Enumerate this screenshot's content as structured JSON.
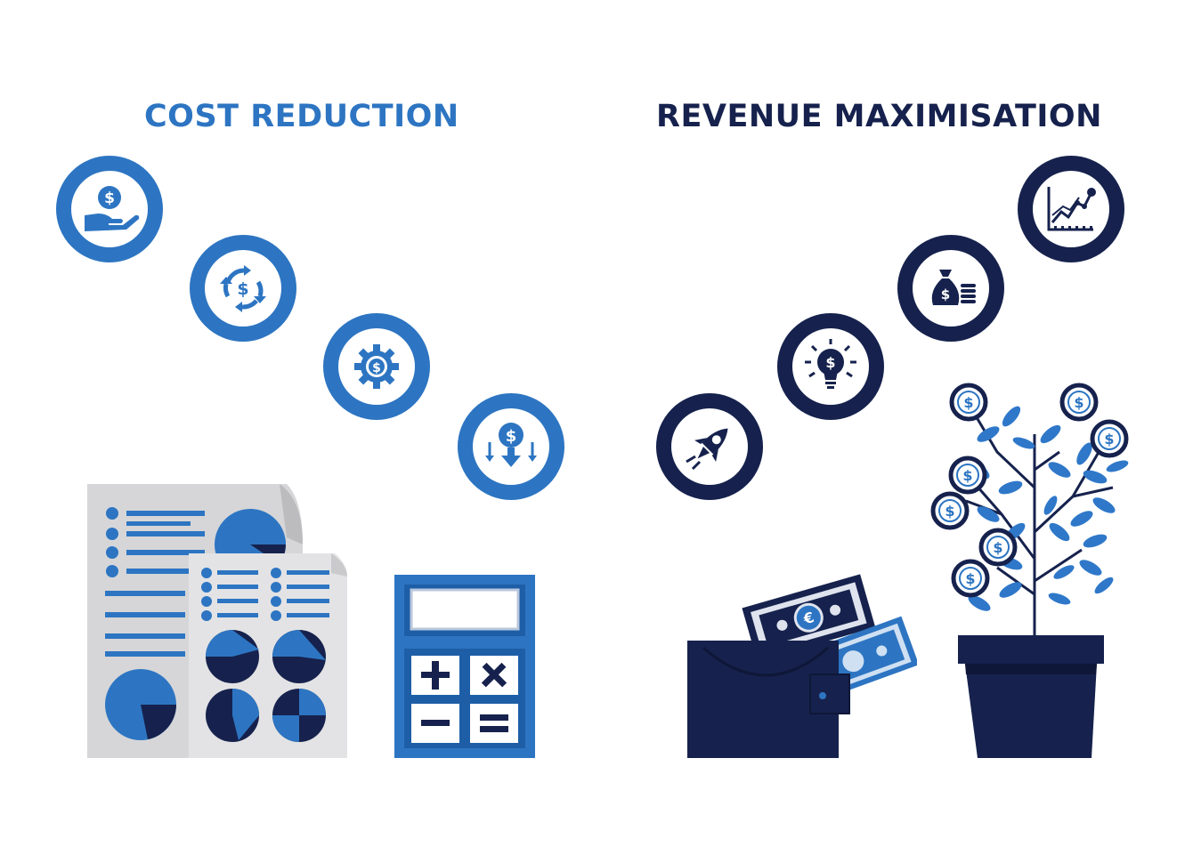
{
  "colors": {
    "accent_blue": "#2d75c2",
    "navy": "#16224d",
    "light_gray": "#d6d6d8",
    "paper_gray": "#e3e3e5",
    "leaf_blue": "#2f78c9"
  },
  "cost_reduction": {
    "title": "COST REDUCTION",
    "icons": [
      "hand-coin-icon",
      "money-cycle-icon",
      "dollar-gear-icon",
      "dollar-down-icon"
    ],
    "illustrations": [
      "report-documents",
      "calculator"
    ]
  },
  "revenue_maximisation": {
    "title": "REVENUE MAXIMISATION",
    "icons": [
      "rocket-icon",
      "lightbulb-dollar-icon",
      "money-bag-coins-icon",
      "growth-chart-icon"
    ],
    "illustrations": [
      "wallet-with-banknotes",
      "money-tree-plant"
    ]
  }
}
